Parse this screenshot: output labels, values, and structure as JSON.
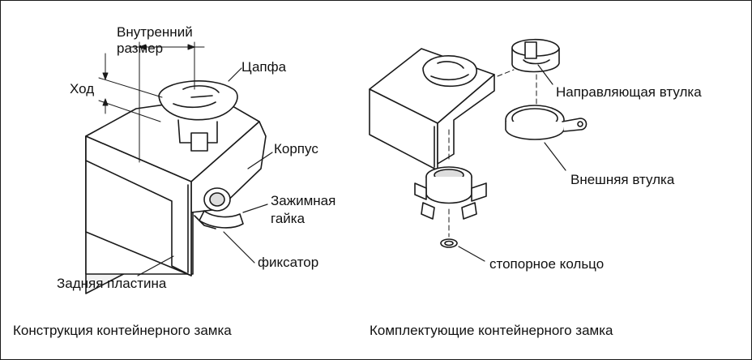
{
  "left": {
    "labels": {
      "inner_size_line1": "Внутренний",
      "inner_size_line2": "размер",
      "stroke": "Ход",
      "trunnion": "Цапфа",
      "body": "Корпус",
      "clamp_nut_line1": "Зажимная",
      "clamp_nut_line2": "гайка",
      "retainer": "фиксатор",
      "back_plate": "Задняя пластина"
    },
    "caption": "Конструкция контейнерного замка"
  },
  "right": {
    "labels": {
      "guide_bushing": "Направляющая втулка",
      "outer_bushing": "Внешняя втулка",
      "retaining_ring": "стопорное кольцо"
    },
    "caption": "Комплектующие контейнерного замка"
  },
  "colors": {
    "line": "#1a1a1a",
    "fill": "#ffffff",
    "shade": "#e6e6e6"
  }
}
